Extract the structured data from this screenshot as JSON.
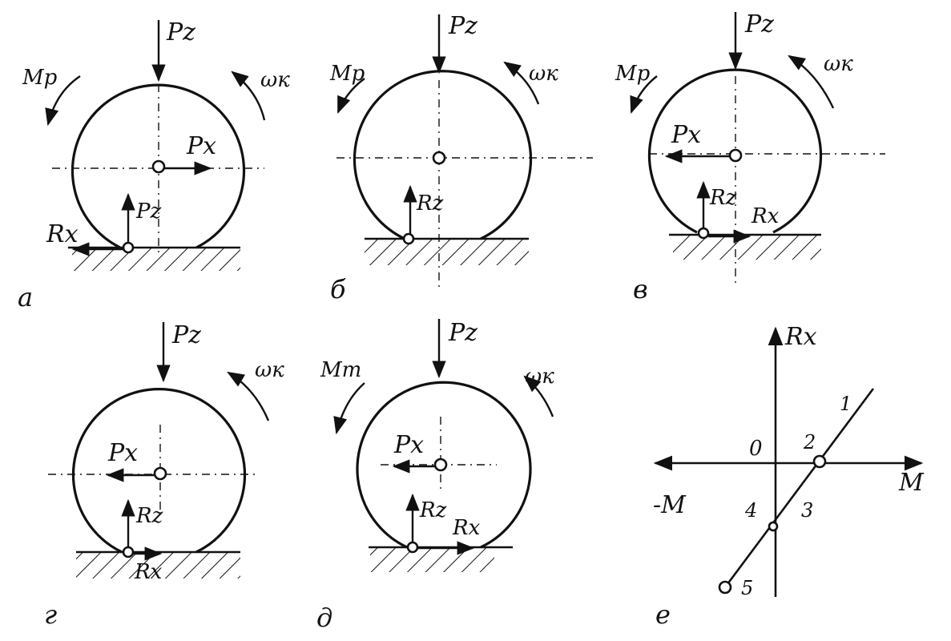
{
  "panels": [
    {
      "id": "a",
      "caption": "а",
      "labels": {
        "pz": "Pz",
        "moment": "Mp",
        "omega": "ωк",
        "px": "Px",
        "rz": "Pz",
        "rx": "Rx"
      }
    },
    {
      "id": "b",
      "caption": "б",
      "labels": {
        "pz": "Pz",
        "moment": "Mp",
        "omega": "ωк",
        "rz": "Rz"
      }
    },
    {
      "id": "v",
      "caption": "в",
      "labels": {
        "pz": "Pz",
        "moment": "Mp",
        "omega": "ωк",
        "px": "Px",
        "rz": "Rz",
        "rx": "Rx"
      }
    },
    {
      "id": "g",
      "caption": "г",
      "labels": {
        "pz": "Pz",
        "omega": "ωк",
        "px": "Px",
        "rz": "Rz",
        "rx": "Rx"
      }
    },
    {
      "id": "d",
      "caption": "д",
      "labels": {
        "pz": "Pz",
        "moment": "Mт",
        "omega": "ωк",
        "px": "Px",
        "rz": "Rz",
        "rx": "Rx"
      }
    }
  ],
  "graph": {
    "caption": "е",
    "y_axis": "Rx",
    "x_pos": "M",
    "x_neg": "-M",
    "origin": "0",
    "points": [
      "1",
      "2",
      "3",
      "4",
      "5"
    ]
  }
}
